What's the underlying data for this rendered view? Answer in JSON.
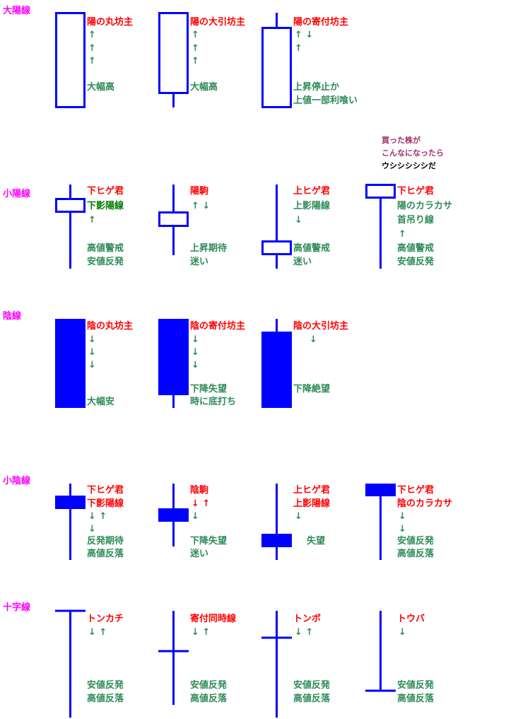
{
  "colors": {
    "candle": "#0000ff",
    "section_title": "#ff00ff",
    "pattern_name": "#ff0000",
    "description": "#2e8b57",
    "note_pink": "#a0306a",
    "note_black": "#000000"
  },
  "side_note": {
    "line1": "買った株が",
    "line2": "こんなになったら",
    "line3": "ウシシシシシだ"
  },
  "sections": [
    {
      "title": "大陽線",
      "patterns": [
        {
          "name": "陽の丸坊主",
          "lines": [
            "↑",
            "↑",
            "↑",
            "",
            "大幅高"
          ]
        },
        {
          "name": "陽の大引坊主",
          "lines": [
            "↑",
            "↑",
            "↑",
            "",
            "大幅高"
          ]
        },
        {
          "name": "陽の寄付坊主",
          "lines": [
            "↑ ↓",
            "↑",
            "",
            "",
            "上昇停止か",
            "上値一部利喰い"
          ]
        }
      ]
    },
    {
      "title": "小陽線",
      "patterns": [
        {
          "name": "下ヒゲ君",
          "lines": [
            "下影陽線",
            "↑",
            "",
            "高値警戒",
            "安値反発"
          ]
        },
        {
          "name": "陽駒",
          "lines": [
            "↑ ↓",
            "",
            "",
            "上昇期待",
            "迷い"
          ]
        },
        {
          "name": "上ヒゲ君",
          "lines": [
            "上影陽線",
            "↓",
            "",
            "高値警戒",
            "迷い"
          ]
        },
        {
          "name": "下ヒゲ君",
          "lines": [
            "陽のカラカサ",
            "首吊り線",
            "↑",
            "高値警戒",
            "安値反発"
          ]
        }
      ]
    },
    {
      "title": "陰線",
      "patterns": [
        {
          "name": "陰の丸坊主",
          "lines": [
            "↓",
            "↓",
            "↓",
            "",
            "",
            "大幅安"
          ]
        },
        {
          "name": "陰の寄付坊主",
          "lines": [
            "↓",
            "↓",
            "↓",
            "",
            "下降失望",
            "時に底打ち"
          ]
        },
        {
          "name": "陰の大引坊主",
          "lines": [
            "　↓",
            "",
            "",
            "",
            "下降絶望"
          ]
        }
      ]
    },
    {
      "title": "小陰線",
      "patterns": [
        {
          "name": "下ヒゲ君",
          "lines": [
            "下影陽線",
            "↓ ↑",
            "↓",
            "反発期待",
            "高値反落"
          ]
        },
        {
          "name": "陰駒",
          "lines": [
            "↓ ↑",
            "↓",
            "",
            "下降失望",
            "迷い"
          ]
        },
        {
          "name": "上ヒゲ君",
          "lines": [
            "上影陽線",
            "↓",
            "",
            "　失望"
          ]
        },
        {
          "name": "下ヒゲ君",
          "lines": [
            "陰のカラカサ",
            "↓",
            "↓",
            "安値反発",
            "高値反落"
          ]
        }
      ]
    },
    {
      "title": "十字線",
      "patterns": [
        {
          "name": "トンカチ",
          "lines": [
            "↓ ↑",
            "",
            "",
            "",
            "安値反発",
            "高値反落"
          ]
        },
        {
          "name": "寄付同時線",
          "lines": [
            "↓ ↑",
            "",
            "",
            "",
            "安値反発",
            "高値反落"
          ]
        },
        {
          "name": "トンボ",
          "lines": [
            "↓ ↑",
            "",
            "",
            "",
            "安値反発",
            "高値反落"
          ]
        },
        {
          "name": "トウバ",
          "lines": [
            "↓",
            "",
            "",
            "",
            "安値反発",
            "高値反落"
          ]
        }
      ]
    }
  ]
}
